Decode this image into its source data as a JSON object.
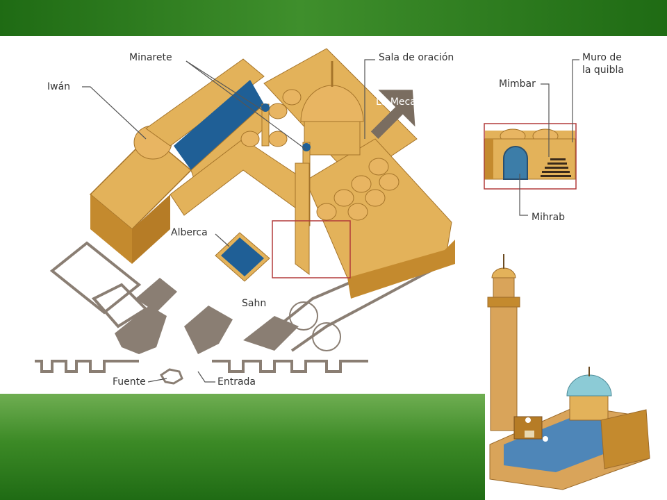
{
  "labels": {
    "minarete": "Minarete",
    "sala_oracion": "Sala de oración",
    "iwan": "Iwán",
    "la_meca": "La Meca",
    "alberca": "Alberca",
    "sahn": "Sahn",
    "fuente": "Fuente",
    "entrada": "Entrada",
    "mimbar": "Mimbar",
    "muro_line1": "Muro de",
    "muro_line2": "la quibla",
    "mihrab": "Mihrab"
  },
  "colors": {
    "band_green": "#2f7a1f",
    "wall_tan": "#e3b25a",
    "wall_dark": "#c48a2e",
    "dome": "#e8b562",
    "water": "#1f5f96",
    "plan_grey": "#8a7e73",
    "callout_red": "#b23a3a",
    "arrow_grey": "#7a6d60"
  }
}
